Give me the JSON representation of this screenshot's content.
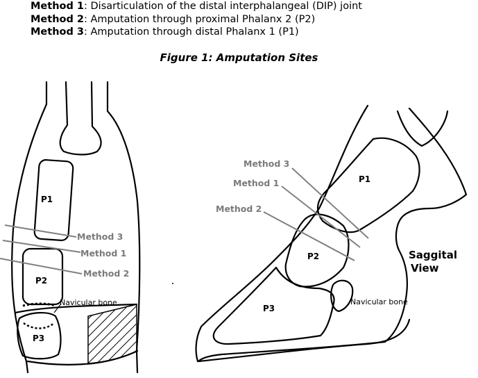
{
  "methods": [
    {
      "label": "Method 1",
      "text": ": Disarticulation of the distal interphalangeal (DIP) joint"
    },
    {
      "label": "Method 2",
      "text": ": Amputation through proximal Phalanx 2 (P2)"
    },
    {
      "label": "Method 3",
      "text": ": Amputation through distal Phalanx 1 (P1)"
    }
  ],
  "caption": "Figure 1: Amputation Sites",
  "front": {
    "p1": "P1",
    "p2": "P2",
    "p3": "P3",
    "method3": "Method 3",
    "method1": "Method 1",
    "method2": "Method 2",
    "navicular": "Navicular bone"
  },
  "side": {
    "p1": "P1",
    "p2": "P2",
    "p3": "P3",
    "method3": "Method 3",
    "method1": "Method 1",
    "method2": "Method 2",
    "navicular": "Navicular bone",
    "view_line1": "Saggital",
    "view_line2": "View"
  }
}
